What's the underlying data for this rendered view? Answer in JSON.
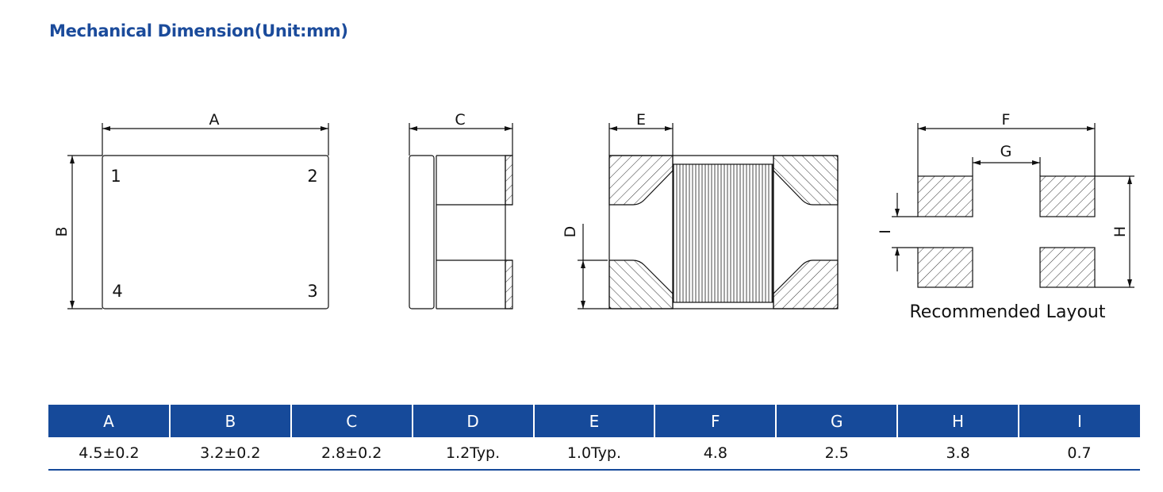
{
  "title": "Mechanical Dimension(Unit:mm)",
  "drawing": {
    "dims": {
      "A": "A",
      "B": "B",
      "C": "C",
      "D": "D",
      "E": "E",
      "F": "F",
      "G": "G",
      "H": "H",
      "I": "I"
    },
    "pins": [
      "1",
      "2",
      "3",
      "4"
    ],
    "layout_caption": "Recommended Layout"
  },
  "table": {
    "headers": [
      "A",
      "B",
      "C",
      "D",
      "E",
      "F",
      "G",
      "H",
      "I"
    ],
    "values": [
      "4.5±0.2",
      "3.2±0.2",
      "2.8±0.2",
      "1.2Typ.",
      "1.0Typ.",
      "4.8",
      "2.5",
      "3.8",
      "0.7"
    ]
  },
  "colors": {
    "accent": "#164A9A",
    "title": "#1B4B9B"
  }
}
